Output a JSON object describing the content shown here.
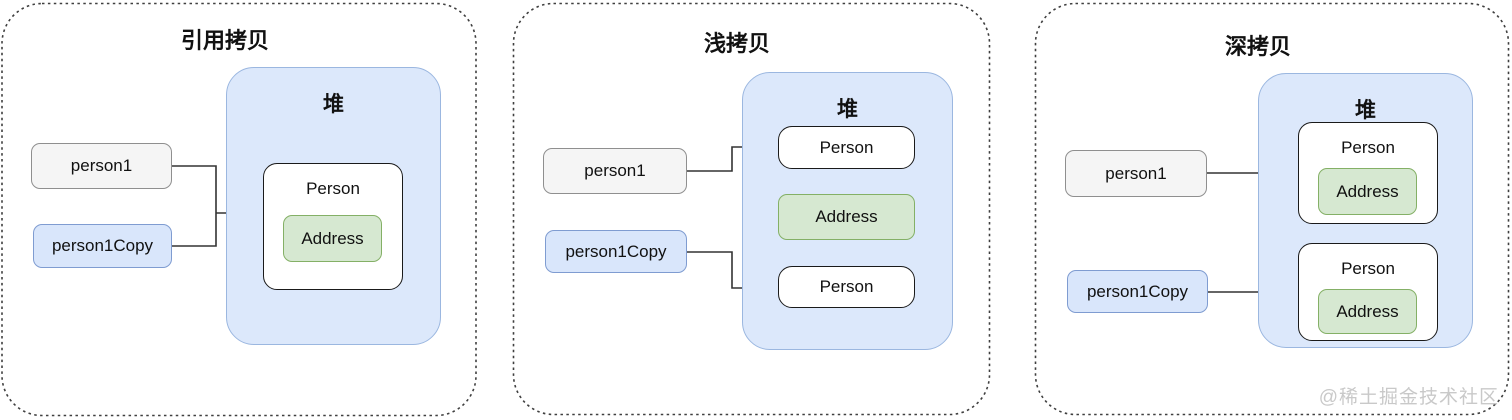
{
  "colors": {
    "heap-fill": "#dce8fb",
    "heap-stroke": "#9bb7e0",
    "node-fill": "#ffffff",
    "node-stroke": "#1a1a1a",
    "address-fill": "#d6e8d1",
    "address-stroke": "#84b066",
    "var1-fill": "#f5f5f5",
    "var1-stroke": "#8f8f8f",
    "var2-fill": "#d9e6fb",
    "var2-stroke": "#7f9cd1",
    "panel-stroke": "#3f3f3f",
    "line": "#333333",
    "watermark-color": "#c9c9c9"
  },
  "panels": [
    {
      "title": "引用拷贝",
      "heap_label": "堆",
      "person1": "person1",
      "person1_copy": "person1Copy",
      "person": "Person",
      "address": "Address"
    },
    {
      "title": "浅拷贝",
      "heap_label": "堆",
      "person1": "person1",
      "person1_copy": "person1Copy",
      "person_top": "Person",
      "person_bottom": "Person",
      "address": "Address"
    },
    {
      "title": "深拷贝",
      "heap_label": "堆",
      "person1": "person1",
      "person1_copy": "person1Copy",
      "person_top": "Person",
      "person_bottom": "Person",
      "address_top": "Address",
      "address_bottom": "Address"
    }
  ],
  "watermark": "@稀土掘金技术社区"
}
